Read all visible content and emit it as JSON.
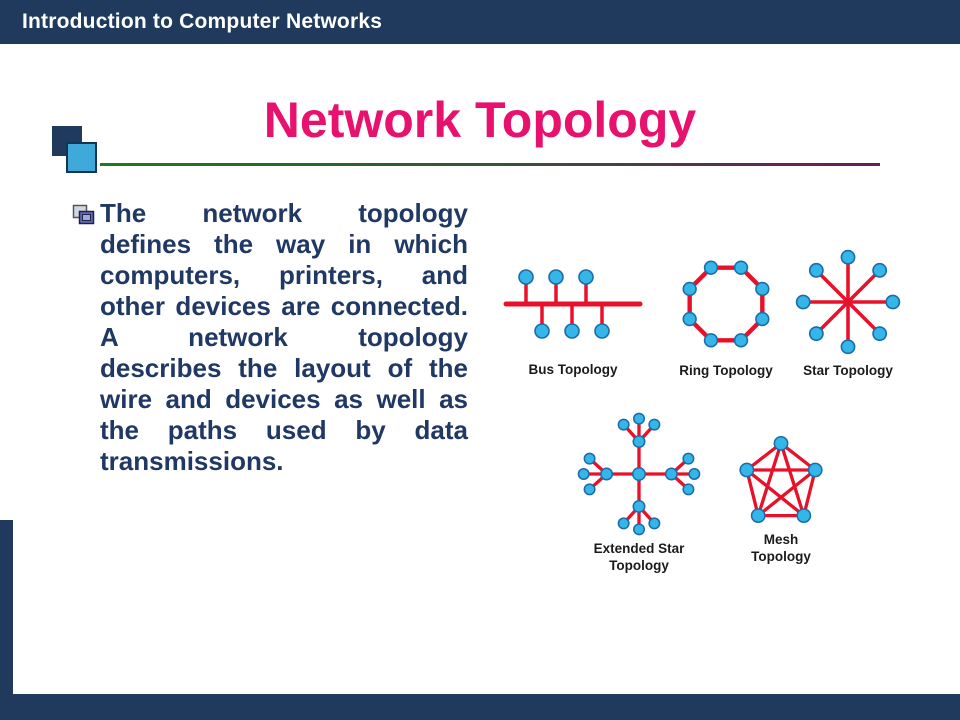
{
  "top_bar": {
    "title": "Introduction to Computer Networks"
  },
  "slide": {
    "title": "Network Topology",
    "paragraph": "The network topology defines the way in which computers, printers, and other devices are connected. A network topology describes the layout of the wire and devices as well as the paths used by data transmissions."
  },
  "diagram_labels": {
    "bus": "Bus Topology",
    "ring": "Ring Topology",
    "star": "Star Topology",
    "extended_star": "Extended Star Topology",
    "mesh": "Mesh Topology"
  },
  "colors": {
    "bar_navy": "#1F3A5C",
    "title_pink": "#E8116D",
    "body_text_navy": "#203864",
    "node_fill_blue": "#35B6E8",
    "node_stroke_blue": "#1B6CA8",
    "edge_red": "#E8112A",
    "rule_gradient_start_green": "#1E7A1E",
    "rule_gradient_end_purple": "#6A1B5C",
    "deco_square_blue": "#3FA9D9"
  }
}
